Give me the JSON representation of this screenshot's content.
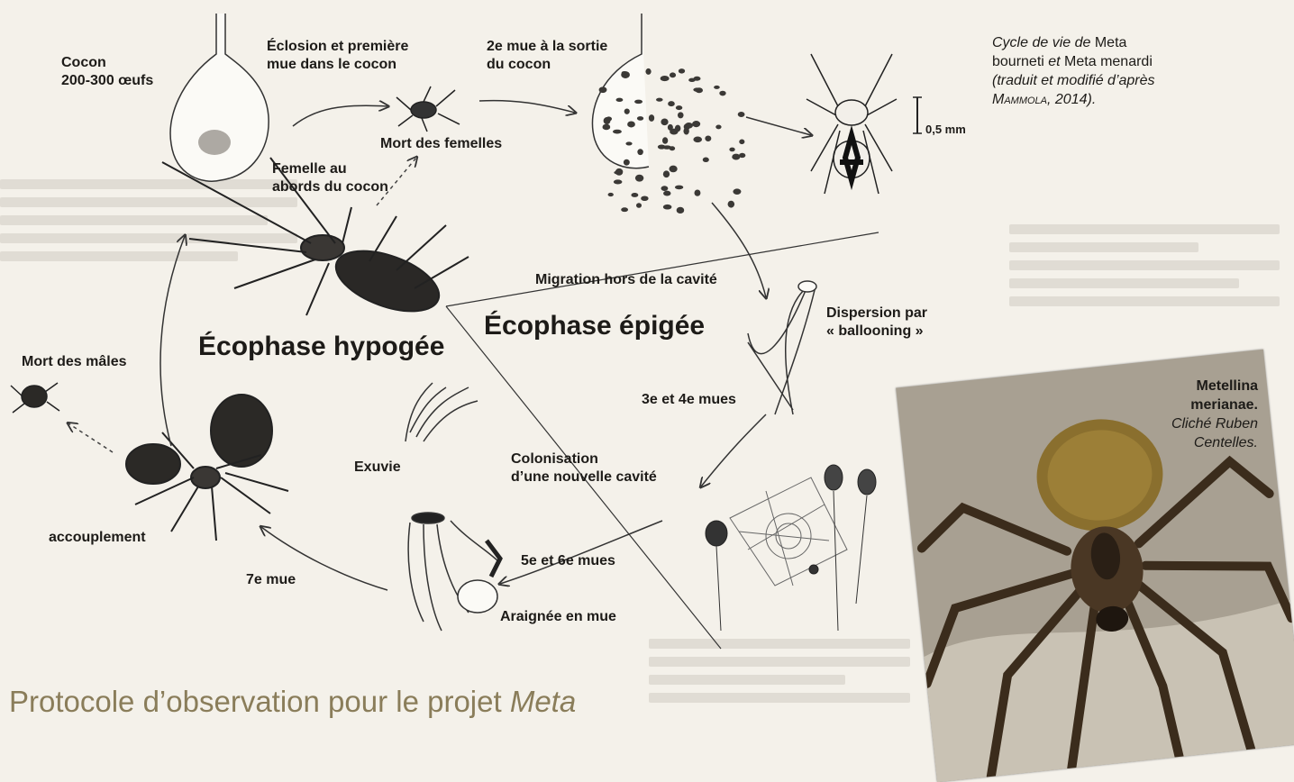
{
  "labels": {
    "cocoon_line1": "Cocon",
    "cocoon_line2": "200-300 œufs",
    "hatching_line1": "Éclosion et première",
    "hatching_line2": "mue dans le cocon",
    "second_molt_line1": "2e mue à la sortie",
    "second_molt_line2": "du cocon",
    "female_death": "Mort des femelles",
    "female_near_line1": "Femelle au",
    "female_near_line2": "abords du cocon",
    "migration": "Migration hors de la cavité",
    "dispersal_line1": "Dispersion par",
    "dispersal_line2": "« ballooning »",
    "third_fourth": "3e et 4e mues",
    "colonisation_line1": "Colonisation",
    "colonisation_line2": "d’une nouvelle cavité",
    "exuvia": "Exuvie",
    "fifth_sixth": "5e et 6e mues",
    "molting_spider": "Araignée en mue",
    "seventh": "7e mue",
    "male_death": "Mort des mâles",
    "mating": "accouplement",
    "scale": "0,5 mm"
  },
  "phases": {
    "hypogee": "Écophase hypogée",
    "epigee": "Écophase épigée"
  },
  "caption": {
    "line1_italic": "Cycle de vie de",
    "line1_plain": " Meta",
    "line2_plain": "bourneti ",
    "line2_italic": "et",
    "line2_plain2": " Meta menardi",
    "line3": "(traduit et modifié d’après",
    "line4": "Mammola, 2014)."
  },
  "photo_caption": {
    "line1": "Metellina",
    "line2": "merianae.",
    "line3": "Cliché Ruben",
    "line4": "Centelles."
  },
  "protocol": {
    "title_plain": "Protocole d’observation pour le projet ",
    "title_italic": "Meta"
  },
  "colors": {
    "background": "#f4f1ea",
    "ink": "#1d1b18",
    "title_olive": "#8a7d5a"
  }
}
